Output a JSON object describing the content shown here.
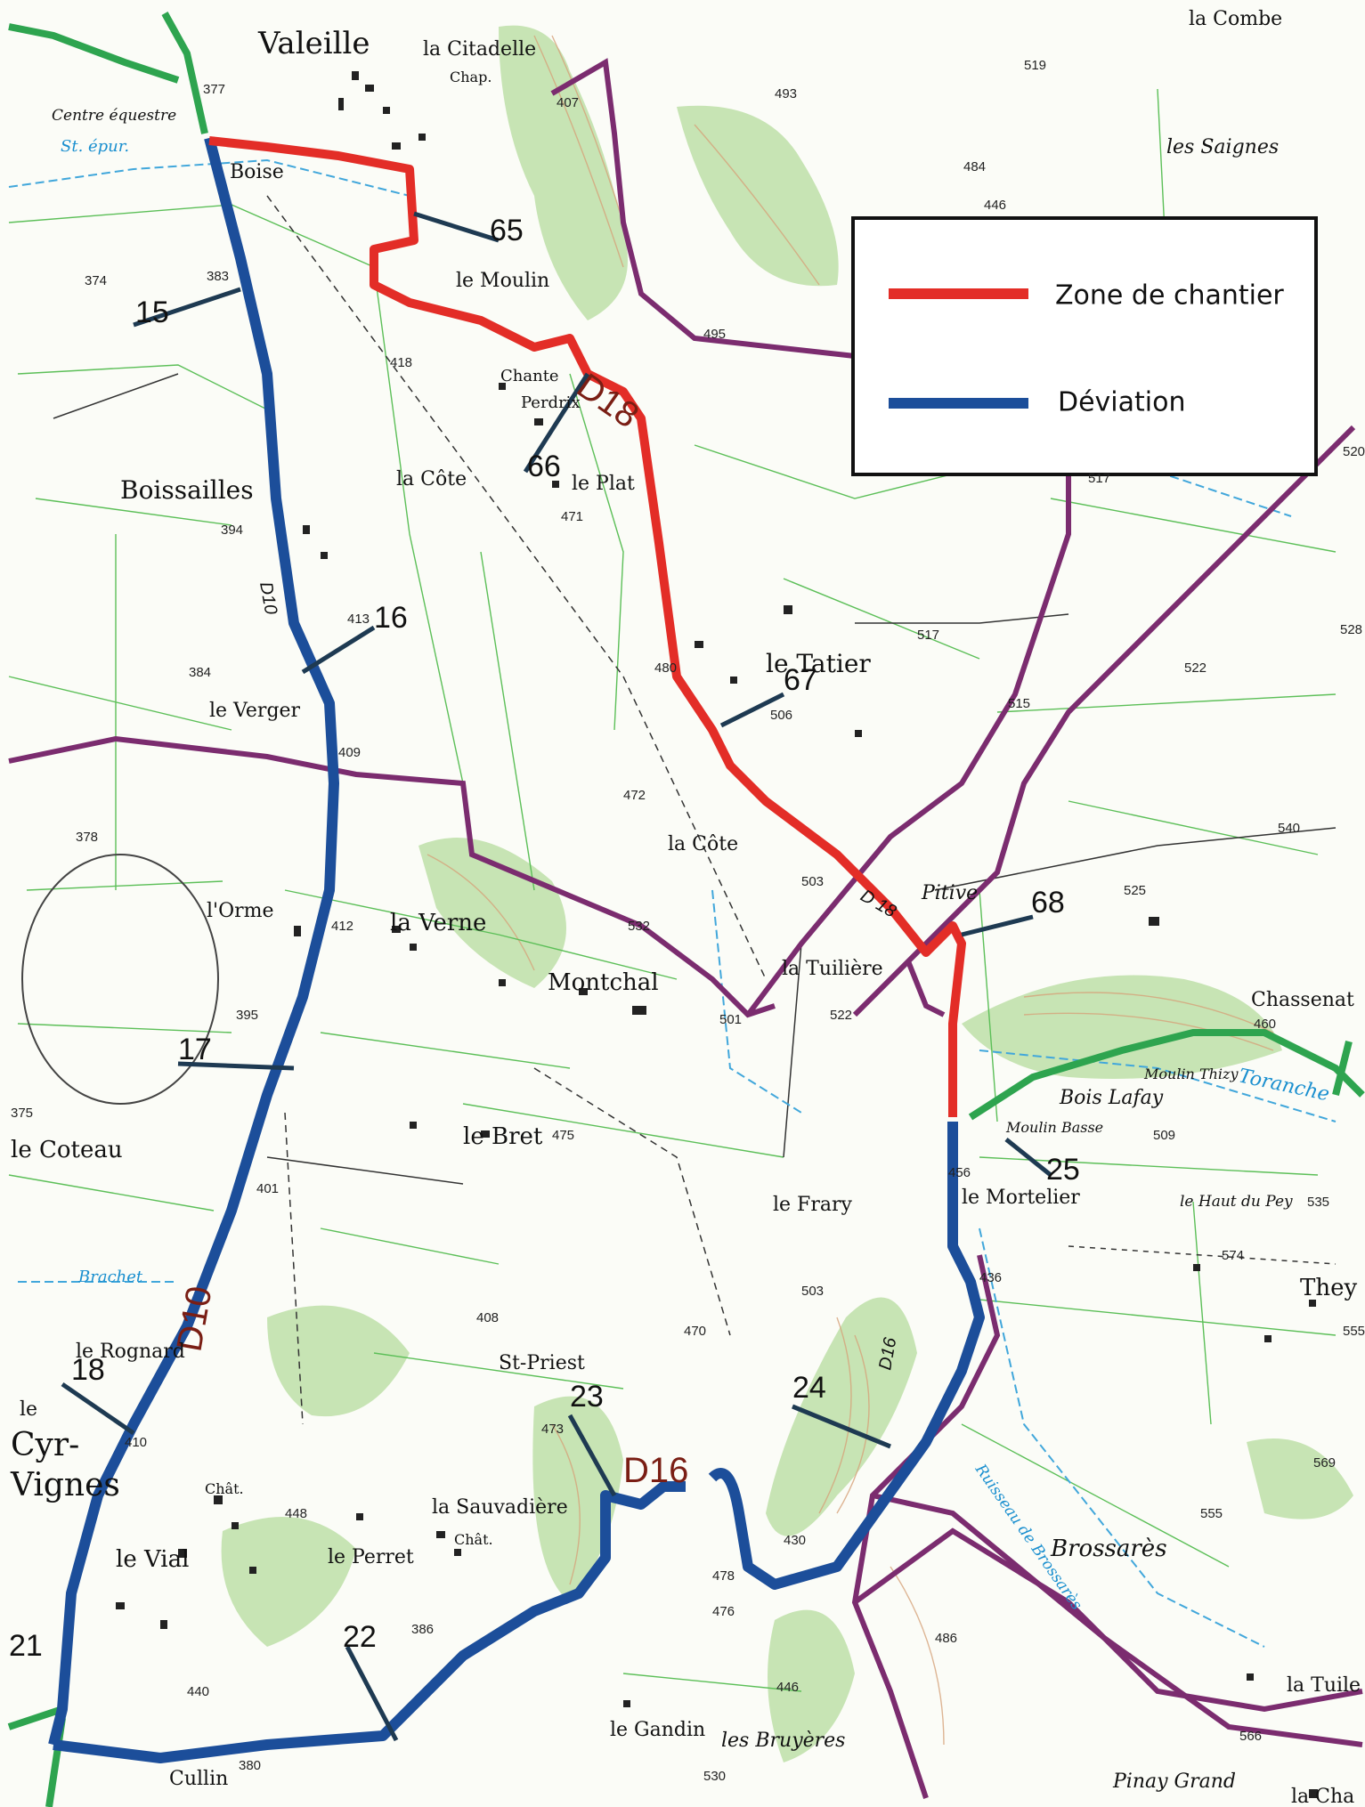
{
  "legend": {
    "items": [
      {
        "label": "Zone de chantier",
        "color": "#e32d27"
      },
      {
        "label": "Déviation",
        "color": "#1c4e9a"
      }
    ]
  },
  "roads": {
    "d10": "D10",
    "d18": "D18",
    "d16": "D16",
    "d18_small": "D 18",
    "d10_small": "D10",
    "d16_small": "D16"
  },
  "markers": [
    "15",
    "16",
    "17",
    "18",
    "21",
    "22",
    "23",
    "24",
    "25",
    "65",
    "66",
    "67",
    "68"
  ],
  "places": {
    "valeille": "Valeille",
    "citadelle": "la Citadelle",
    "chap": "Chap.",
    "combe": "la Combe",
    "centre": "Centre équestre",
    "stepur": "St. épur.",
    "boise": "Boise",
    "saignes": "les Saignes",
    "moulin": "le Moulin",
    "chante": "Chante",
    "perdrix": "Perdrix",
    "cote1": "la Côte",
    "plat": "le Plat",
    "boissailles": "Boissailles",
    "tatier": "le Tatier",
    "verger": "le Verger",
    "cote2": "la Côte",
    "orme": "l'Orme",
    "verne": "la Verne",
    "pitive": "Pitive",
    "tuiliere": "la Tuilière",
    "montchal": "Montchal",
    "chassenat": "Chassenat",
    "moulinthizy": "Moulin Thizy",
    "boislafay": "Bois Lafay",
    "moulinbasse": "Moulin Basse",
    "coteau": "le Coteau",
    "bret": "le Bret",
    "frary": "le Frary",
    "mortelier": "le Mortelier",
    "hautpey": "le Haut du Pey",
    "they": "They",
    "rognard": "le Rognard",
    "stpriest": "St-Priest",
    "cyr": "Cyr-",
    "vignes": "Vignes",
    "le": "le",
    "chat": "Chât.",
    "sauvadiere": "la Sauvadière",
    "chat2": "Chât.",
    "vial": "le Vial",
    "perret": "le Perret",
    "brossares": "Brossarès",
    "gandin": "le Gandin",
    "bruyeres": "les Bruyères",
    "cullin": "Cullin",
    "tuile": "la Tuile",
    "pinay": "Pinay Grand",
    "lacha": "la Cha"
  },
  "water": {
    "torranche": "Toranche",
    "brachet": "Brachet",
    "ruisseau": "Ruisseau de Brossarès"
  },
  "altitudes": [
    "377",
    "374",
    "383",
    "418",
    "413",
    "394",
    "384",
    "409",
    "378",
    "412",
    "395",
    "401",
    "375",
    "410",
    "408",
    "473",
    "448",
    "470",
    "503",
    "430",
    "478",
    "446",
    "440",
    "386",
    "380",
    "530",
    "484",
    "519",
    "493",
    "407",
    "495",
    "446",
    "472",
    "506",
    "480",
    "517",
    "515",
    "522",
    "525",
    "528",
    "540",
    "503",
    "532",
    "501",
    "522",
    "460",
    "509",
    "456",
    "436",
    "574",
    "535",
    "555",
    "569",
    "555",
    "486",
    "566",
    "476",
    "520",
    "517",
    "475",
    "471"
  ]
}
